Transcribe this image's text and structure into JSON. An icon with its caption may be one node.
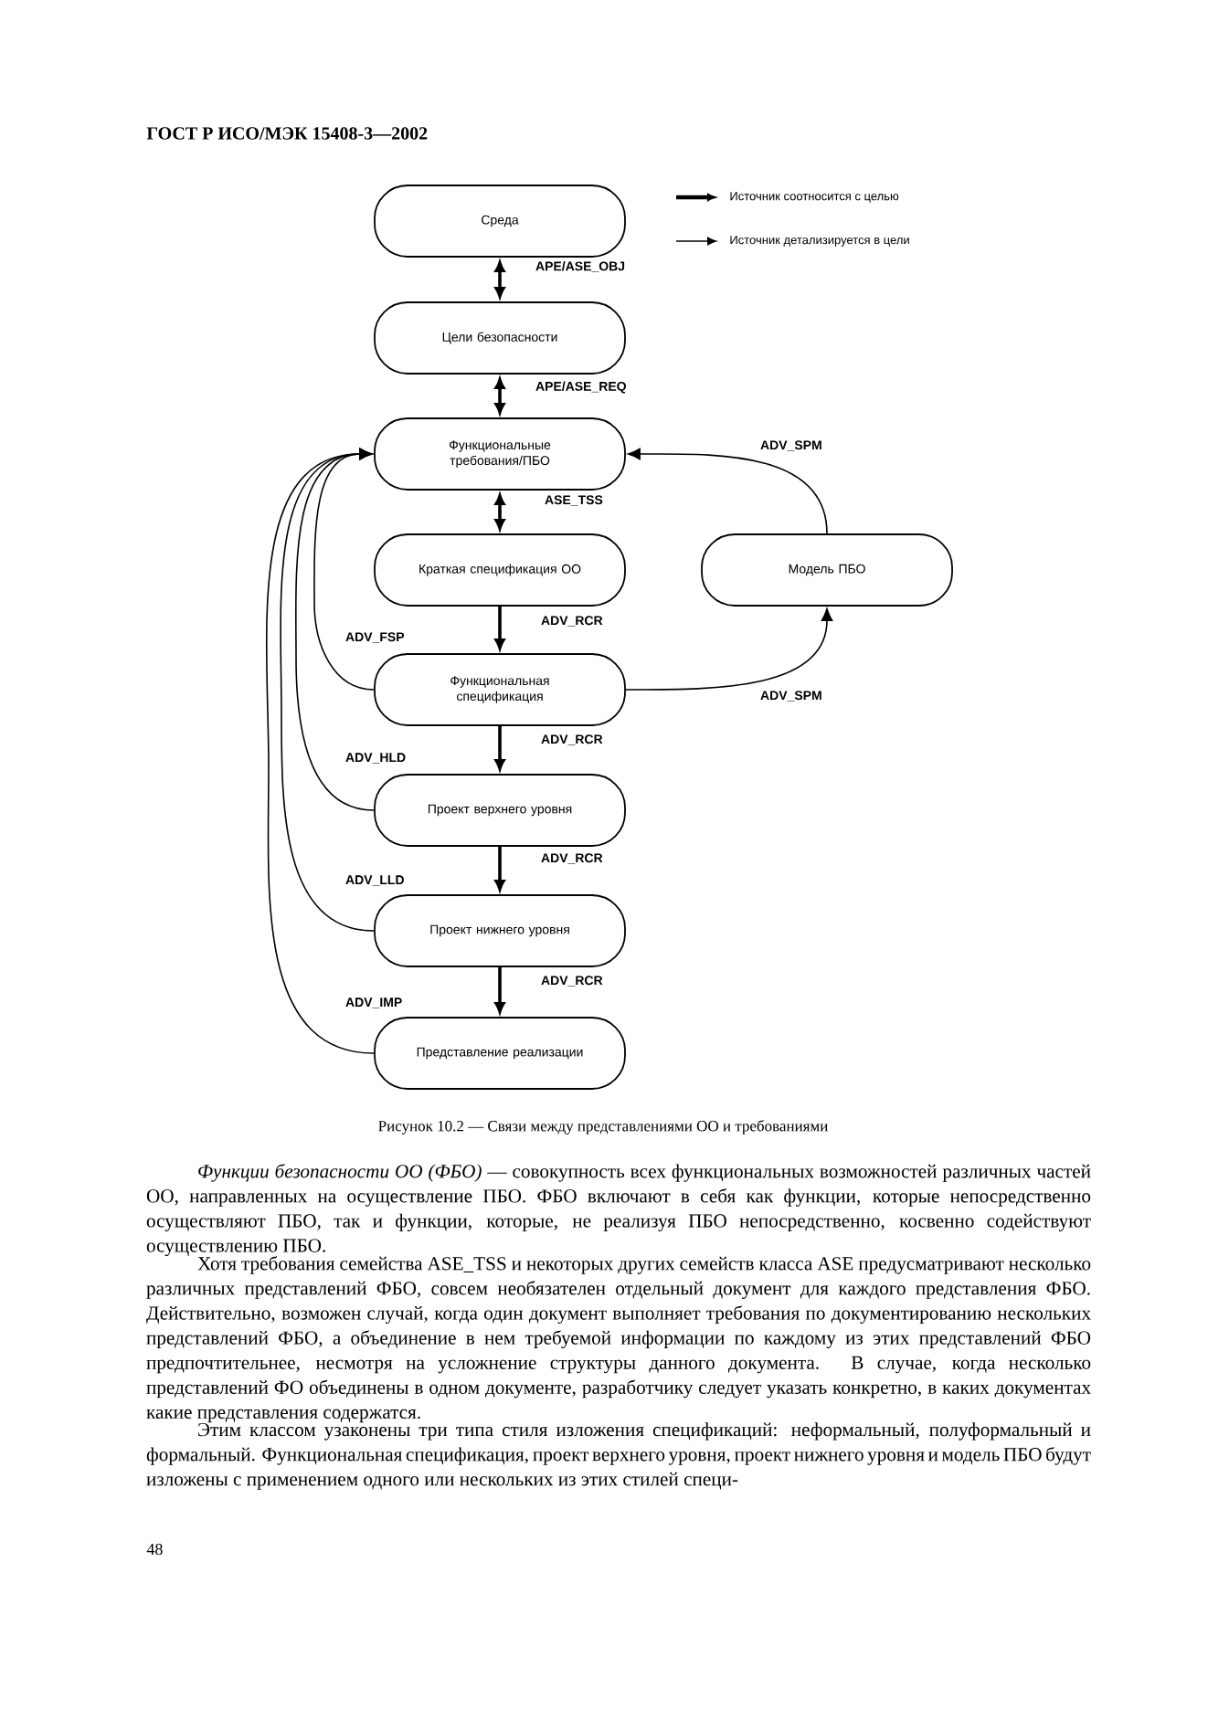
{
  "diagram": {
    "caption": "Рисунок 10.2 — Связи между представлениями ОО и требованиями",
    "nodes": [
      {
        "text": [
          "Среда"
        ]
      },
      {
        "text": [
          "Цели безопасности"
        ]
      },
      {
        "text": [
          "Функциональные требования/ПБО"
        ]
      },
      {
        "text": [
          "Краткая спецификация ОО"
        ]
      },
      {
        "text": [
          "Модель ПБО"
        ]
      },
      {
        "text": [
          "Функциональная спецификация"
        ]
      },
      {
        "text": [
          "Проект верхнего уровня"
        ]
      },
      {
        "text": [
          "Проект нижнего уровня"
        ]
      },
      {
        "text": [
          "Представление реализации"
        ]
      }
    ],
    "edges": [
      {
        "from": 0,
        "to": 1,
        "arrow": "both",
        "label": "APE/ASE_OBJ"
      },
      {
        "from": 1,
        "to": 2,
        "arrow": "both",
        "label": "APE/ASE_REQ"
      },
      {
        "from": 2,
        "to": 3,
        "arrow": "both",
        "label": "ASE_TSS"
      },
      {
        "from": 3,
        "to": 5,
        "arrow": "to",
        "label": "ADV_RCR"
      },
      {
        "from": 5,
        "to": 6,
        "arrow": "to",
        "label": "ADV_RCR"
      },
      {
        "from": 6,
        "to": 7,
        "arrow": "to",
        "label": "ADV_RCR"
      },
      {
        "from": 7,
        "to": 8,
        "arrow": "to",
        "label": "ADV_RCR"
      },
      {
        "from": 4,
        "to": 2,
        "arrow": "to",
        "label": "ADV_SPM"
      },
      {
        "from": 5,
        "to": 4,
        "arrow": "to",
        "label": "ADV_SPM"
      },
      {
        "from": 5,
        "to": 2,
        "arrow": "to",
        "label": "ADV_FSP"
      },
      {
        "from": 6,
        "to": 2,
        "arrow": "to",
        "label": "ADV_HLD"
      },
      {
        "from": 7,
        "to": 2,
        "arrow": "to",
        "label": "ADV_LLD"
      },
      {
        "from": 8,
        "to": 2,
        "arrow": "to",
        "label": "ADV_IMP"
      }
    ],
    "labels": [
      "ГОСТ Р ИСО/МЭК 15408-3—2002",
      "*Функции безопасности ОО (ФБО)* — совокупность всех функциональных возможностей различных частей ОО, направленных на осуществление ПБО. ФБО включают в себя как функции, которые непосредственно осуществляют ПБО, так и функции, которые, не реализуя ПБО непосредственно, косвенно содействуют осуществлению ПБО.",
      "Хотя требования семейства ASE_TSS и некоторых других семейств класса ASE предусматривают несколько различных представлений ФБО, совсем необязателен отдельный документ для каждого представления ФБО. Действительно, возможен случай, когда один документ выполняет требования по документированию нескольких представлений ФБО, а объединение в нем требуемой информации по каждому из этих представлений ФБО предпочтительнее, несмотря на усложнение структуры данного документа. В случае, когда несколько представлений ФО объединены в одном документе, разработчику следует указать конкретно, в каких документах какие представления содержатся.",
      "Этим классом узаконены три типа стиля изложения спецификаций: неформальный, полуформальный и формальный. Функциональная спецификация, проект верхнего уровня, проект нижнего уровня и модель ПБО будут изложены с применением одного или нескольких из этих стилей специ-",
      "48"
    ],
    "legend": [
      {
        "text": "Источник соотносится с целью"
      },
      {
        "text": "Источник детализируется в цели"
      }
    ]
  }
}
